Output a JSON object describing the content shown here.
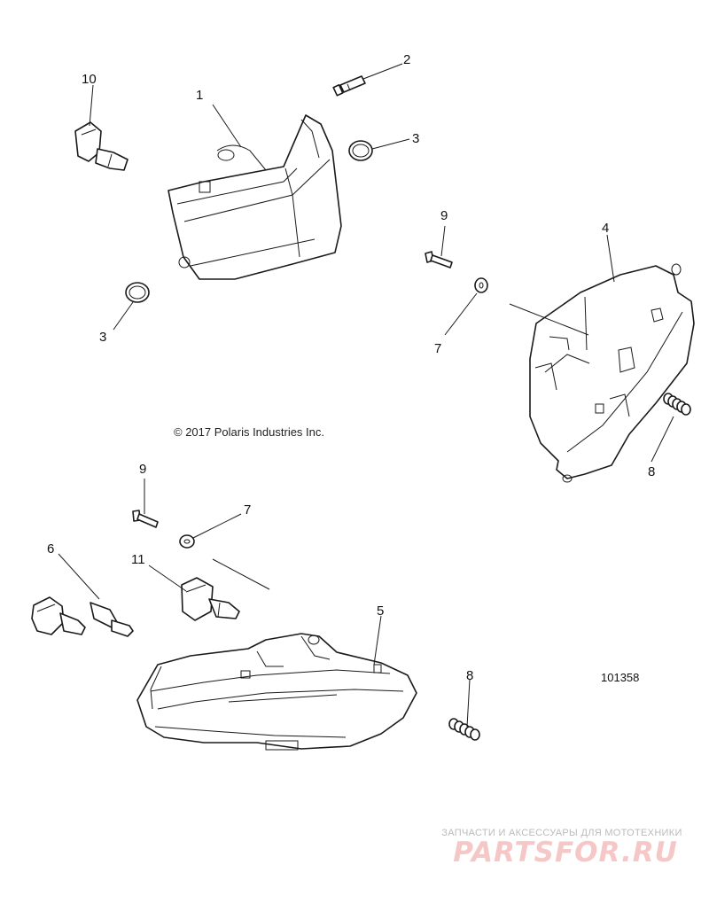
{
  "diagram": {
    "copyright": "© 2017 Polaris Industries Inc.",
    "diagram_id": "101358",
    "callouts": {
      "c1": "1",
      "c2": "2",
      "c3a": "3",
      "c3b": "3",
      "c4": "4",
      "c5": "5",
      "c6": "6",
      "c7a": "7",
      "c7b": "7",
      "c8a": "8",
      "c8b": "8",
      "c9a": "9",
      "c9b": "9",
      "c10": "10",
      "c11": "11"
    }
  },
  "watermark": {
    "tagline": "ЗАПЧАСТИ И АКСЕССУАРЫ ДЛЯ МОТОТЕХНИКИ",
    "logo": "PARTSFOR.RU"
  }
}
